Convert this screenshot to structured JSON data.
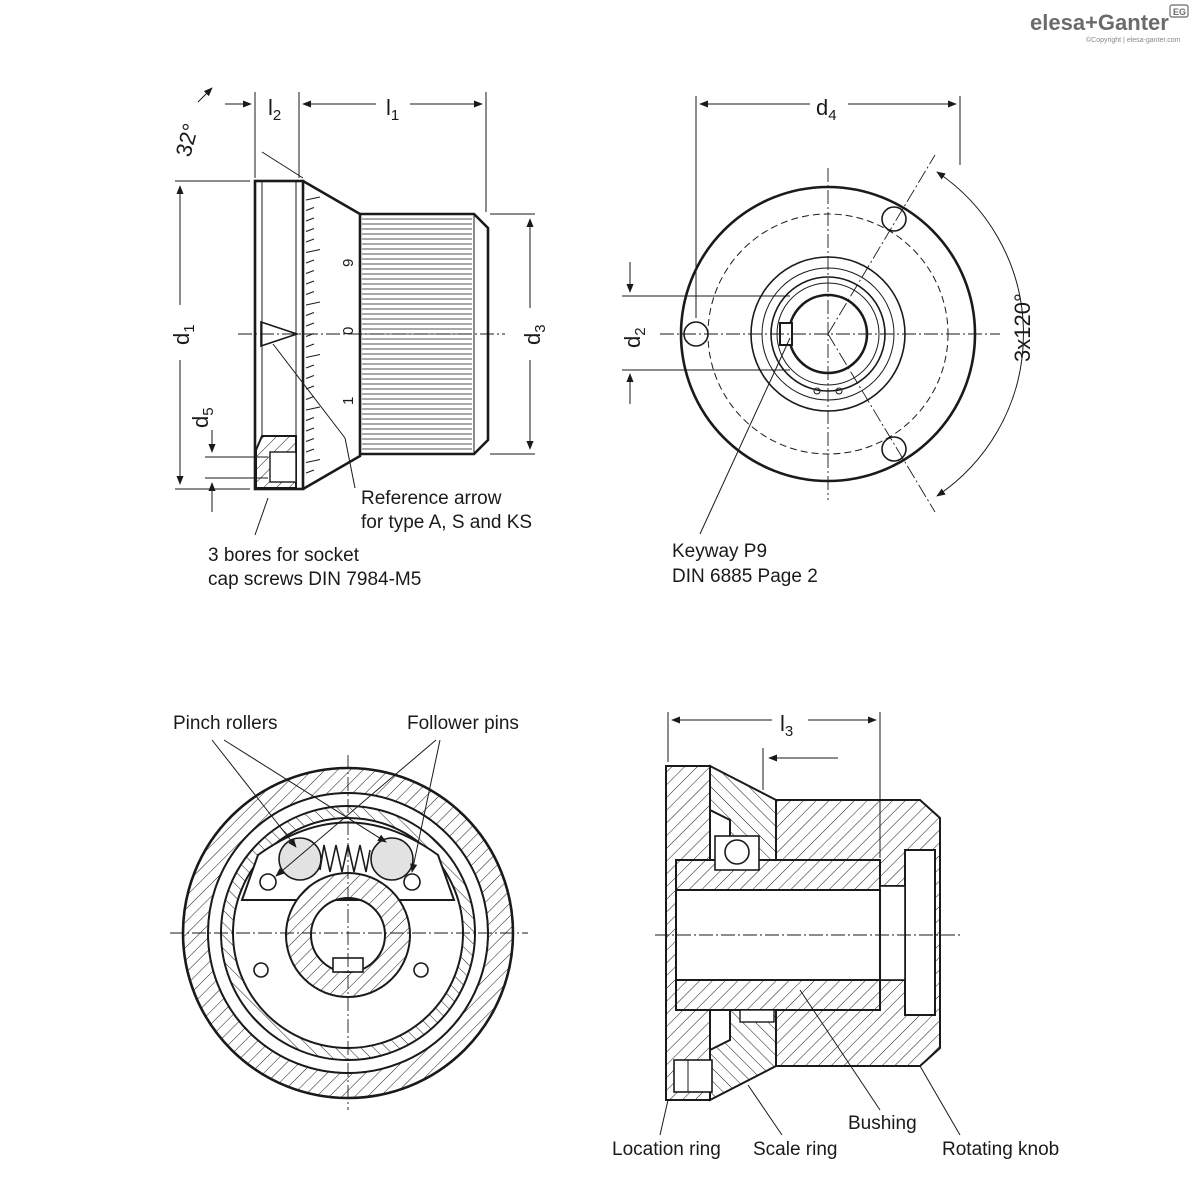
{
  "brand": {
    "logo_text": "elesa+Ganter",
    "badge": "EG",
    "copyright": "©Copyright | elesa-ganter.com"
  },
  "dimensions": {
    "l2": "l",
    "l2_sub": "2",
    "l1": "l",
    "l1_sub": "1",
    "l3": "l",
    "l3_sub": "3",
    "d1": "d",
    "d1_sub": "1",
    "d2": "d",
    "d2_sub": "2",
    "d3": "d",
    "d3_sub": "3",
    "d4": "d",
    "d4_sub": "4",
    "d5": "d",
    "d5_sub": "5",
    "angle": "32°",
    "pitch": "3x120°"
  },
  "scale_marks": [
    "9",
    "0",
    "1"
  ],
  "callouts": {
    "reference_arrow": [
      "Reference arrow",
      "for type A, S and KS"
    ],
    "bores": [
      "3 bores for socket",
      "cap screws DIN 7984-M5"
    ],
    "keyway": [
      "Keyway P9",
      "DIN 6885 Page 2"
    ],
    "pinch_rollers": "Pinch rollers",
    "follower_pins": "Follower pins",
    "location_ring": "Location ring",
    "scale_ring": "Scale ring",
    "bushing": "Bushing",
    "rotating_knob": "Rotating knob"
  }
}
